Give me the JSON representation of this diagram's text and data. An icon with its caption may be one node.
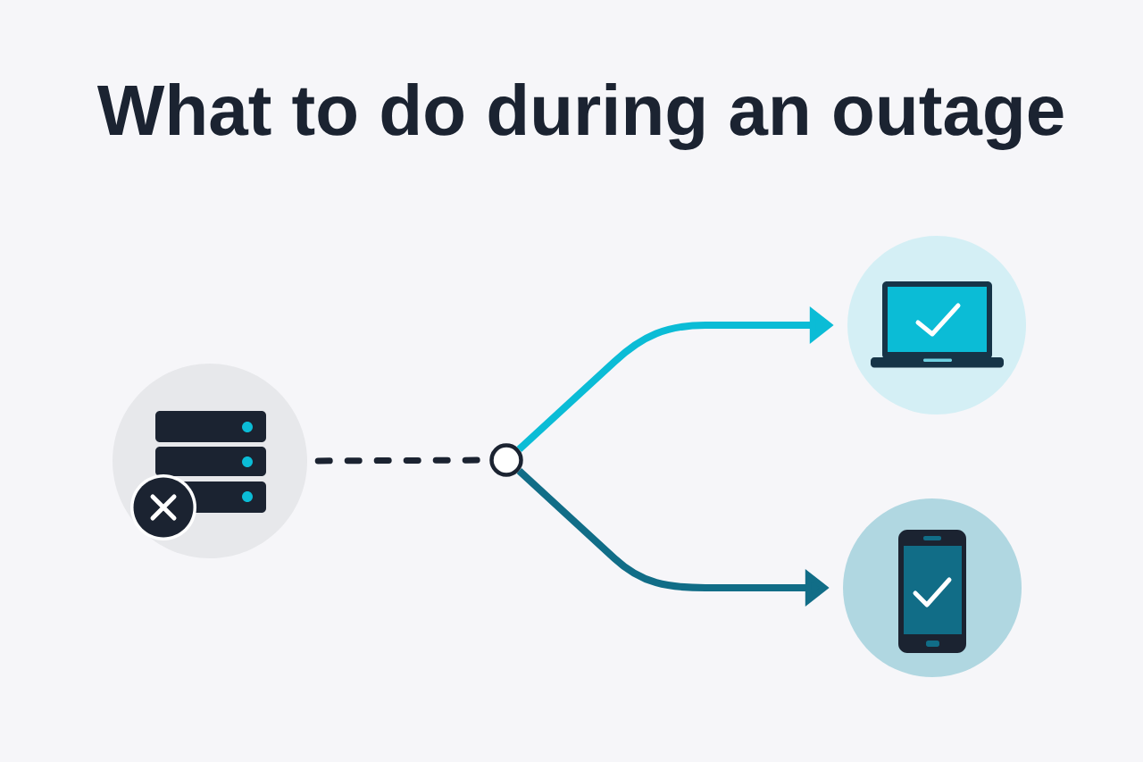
{
  "diagram": {
    "title": "What to do during an outage",
    "nodes": [
      {
        "text": [],
        "shape": "picture"
      },
      {
        "text": [],
        "shape": "circle"
      },
      {
        "text": [],
        "shape": "picture"
      },
      {
        "text": [],
        "shape": "picture"
      }
    ],
    "edges": [
      {
        "from": 0,
        "to": 1,
        "arrow": "none",
        "style": "dashed"
      },
      {
        "from": 1,
        "to": 2,
        "arrow": "to",
        "color": "#0bbcd6"
      },
      {
        "from": 1,
        "to": 3,
        "arrow": "to",
        "color": "#116d87"
      }
    ]
  }
}
